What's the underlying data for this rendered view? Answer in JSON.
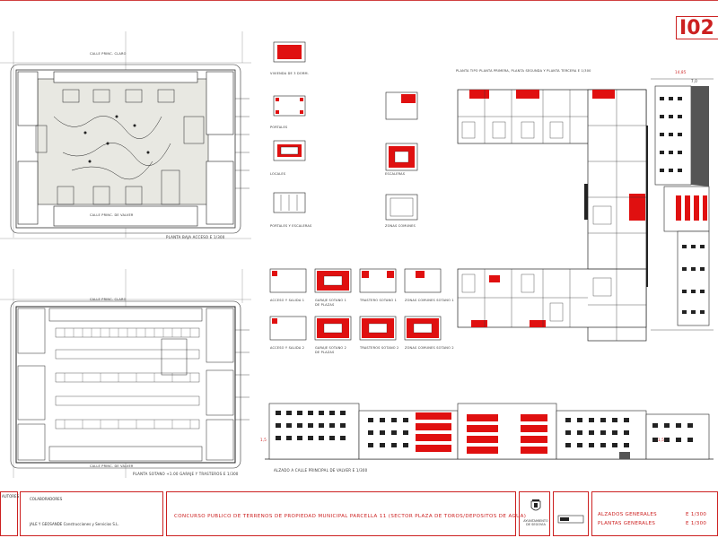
{
  "sheet": {
    "number": "02",
    "colors": {
      "accent": "#cc2020",
      "line": "#333333",
      "fill_red": "#e01010",
      "plaza": "#e8e8e2"
    }
  },
  "plans": {
    "ground_floor": {
      "street_top": "CALLE PRINC. CLARO",
      "street_bottom": "CALLE PRINC. DE VALVER",
      "caption": "PLANTA BAJA   ACCESO   E 1/300"
    },
    "basement": {
      "street_top": "CALLE PRINC. CLARO",
      "street_bottom": "CALLE PRINC. DE VALVER",
      "caption": "PLANTA SOTANO +1.00   GARAJE Y TRASTEROS   E 1/300"
    },
    "typical_floor": {
      "caption": "PLANTA TIPO   PLANTA PRIMERA, PLANTA SEGUNDA Y PLANTA TERCERA   E 1/300",
      "dim_top": "14,85",
      "dim_right": "7,0"
    },
    "elevation": {
      "caption": "ALZADO A CALLE PRINCIPAL DE VALVER   E 1/300",
      "level_left": "1,5",
      "level_right": "1,5"
    }
  },
  "typologies_top": [
    {
      "label": "VIVIENDA DE 3 DORM.",
      "label2": ""
    },
    {
      "label": "PORTALES",
      "label2": ""
    },
    {
      "label": "LOCALES",
      "label2": ""
    },
    {
      "label": "PORTALES Y ESCALERAS",
      "label2": ""
    }
  ],
  "typologies_mid": [
    {
      "label": "",
      "label2": ""
    },
    {
      "label": "ESCALERAS",
      "label2": ""
    },
    {
      "label": "ZONAS COMUNES",
      "label2": ""
    }
  ],
  "typologies_bottom": [
    {
      "label": "ACCESO Y SALIDA 1",
      "label2": ""
    },
    {
      "label": "GARAJE SOTANO 1",
      "label2": "DE PLAZAS"
    },
    {
      "label": "TRASTERO SOTANO 1",
      "label2": ""
    },
    {
      "label": "ZONAS COMUNES SOTANO 1",
      "label2": ""
    },
    {
      "label": "ACCESO Y SALIDA 2",
      "label2": ""
    },
    {
      "label": "GARAJE SOTANO 2",
      "label2": "DE PLAZAS"
    },
    {
      "label": "TRASTEROS SOTANO 2",
      "label2": ""
    },
    {
      "label": "ZONAS COMUNES SOTANO 2",
      "label2": ""
    }
  ],
  "title_block": {
    "authors_label": "AUTORES",
    "collab_label": "COLABORADORES",
    "company": "JALE Y GEOSANDE Construcciones y Servicios S.L.",
    "contest_title": "CONCURSO PUBLICO DE TERRENOS DE PROPIEDAD MUNICIPAL     PARCELLA 11 (SECTOR PLAZA DE TOROS/DEPOSITOS DE AGUA)",
    "town": "AYUNTAMIENTO DE SEGOVIA",
    "sheet_title_1": "ALZADOS GENERALES",
    "sheet_title_2": "PLANTAS GENERALES",
    "scale_1": "E 1/300",
    "scale_2": "E 1/300"
  }
}
